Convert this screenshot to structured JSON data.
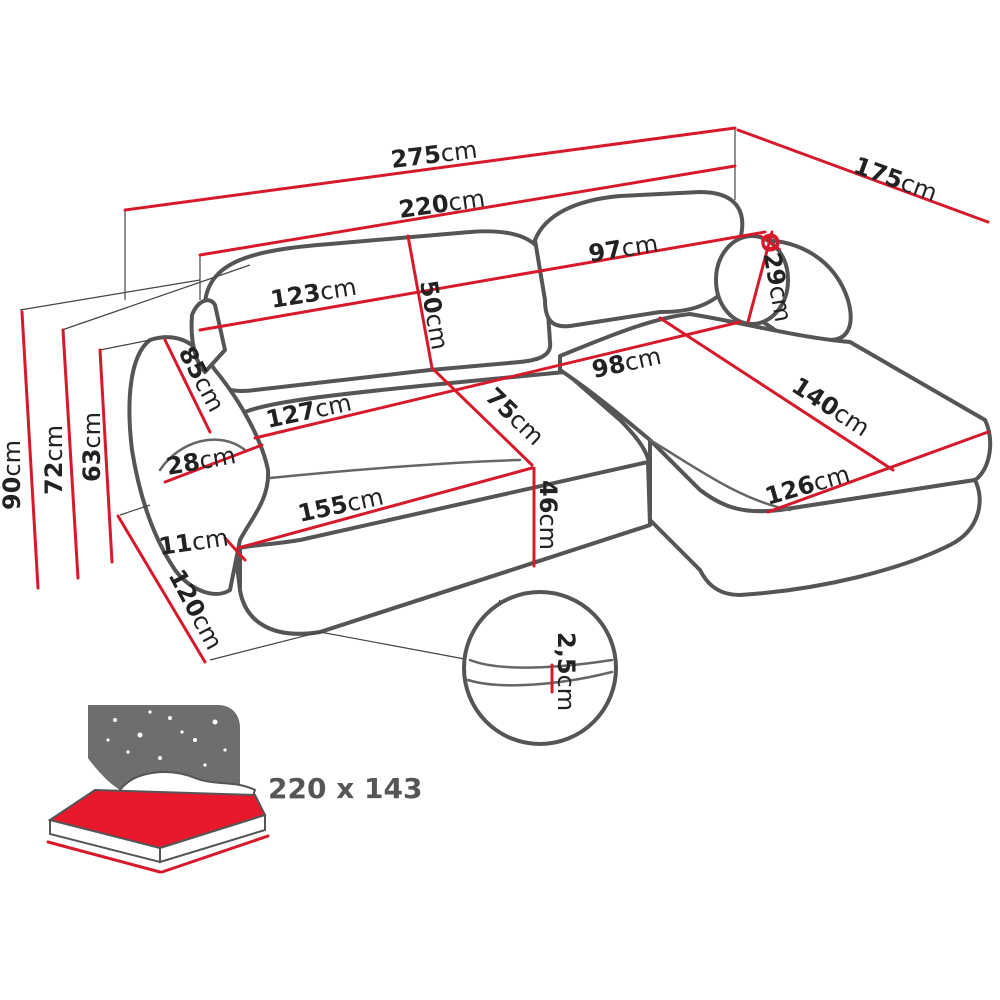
{
  "colors": {
    "dimension_line": "#d7192c",
    "outline": "#555555",
    "bed_mattress": "#e8192c",
    "night_sky": "#6e6e6e"
  },
  "dimensions": {
    "total_width": {
      "num": "275",
      "unit": "cm"
    },
    "depth": {
      "num": "175",
      "unit": "cm"
    },
    "inner_width": {
      "num": "220",
      "unit": "cm"
    },
    "cushion_left": {
      "num": "123",
      "unit": "cm"
    },
    "cushion_right": {
      "num": "97",
      "unit": "cm"
    },
    "pillow_diameter": {
      "symbol": "Ø",
      "num": "29",
      "unit": "cm"
    },
    "back_height": {
      "num": "50",
      "unit": "cm"
    },
    "armrest_length": {
      "num": "85",
      "unit": "cm"
    },
    "seat_width_back": {
      "num": "127",
      "unit": "cm"
    },
    "seat_depth": {
      "num": "75",
      "unit": "cm"
    },
    "chaise_back": {
      "num": "98",
      "unit": "cm"
    },
    "chaise_length": {
      "num": "140",
      "unit": "cm"
    },
    "armrest_width": {
      "num": "28",
      "unit": "cm"
    },
    "seat_front": {
      "num": "155",
      "unit": "cm"
    },
    "seat_height": {
      "num": "46",
      "unit": "cm"
    },
    "chaise_width": {
      "num": "126",
      "unit": "cm"
    },
    "leg_height": {
      "num": "11",
      "unit": "cm"
    },
    "side_depth": {
      "num": "120",
      "unit": "cm"
    },
    "height_total": {
      "num": "90",
      "unit": "cm"
    },
    "height_back": {
      "num": "72",
      "unit": "cm"
    },
    "height_arm": {
      "num": "63",
      "unit": "cm"
    },
    "foam_detail": {
      "num": "2,5",
      "unit": "cm"
    }
  },
  "bed": {
    "size": "220 x 143"
  }
}
